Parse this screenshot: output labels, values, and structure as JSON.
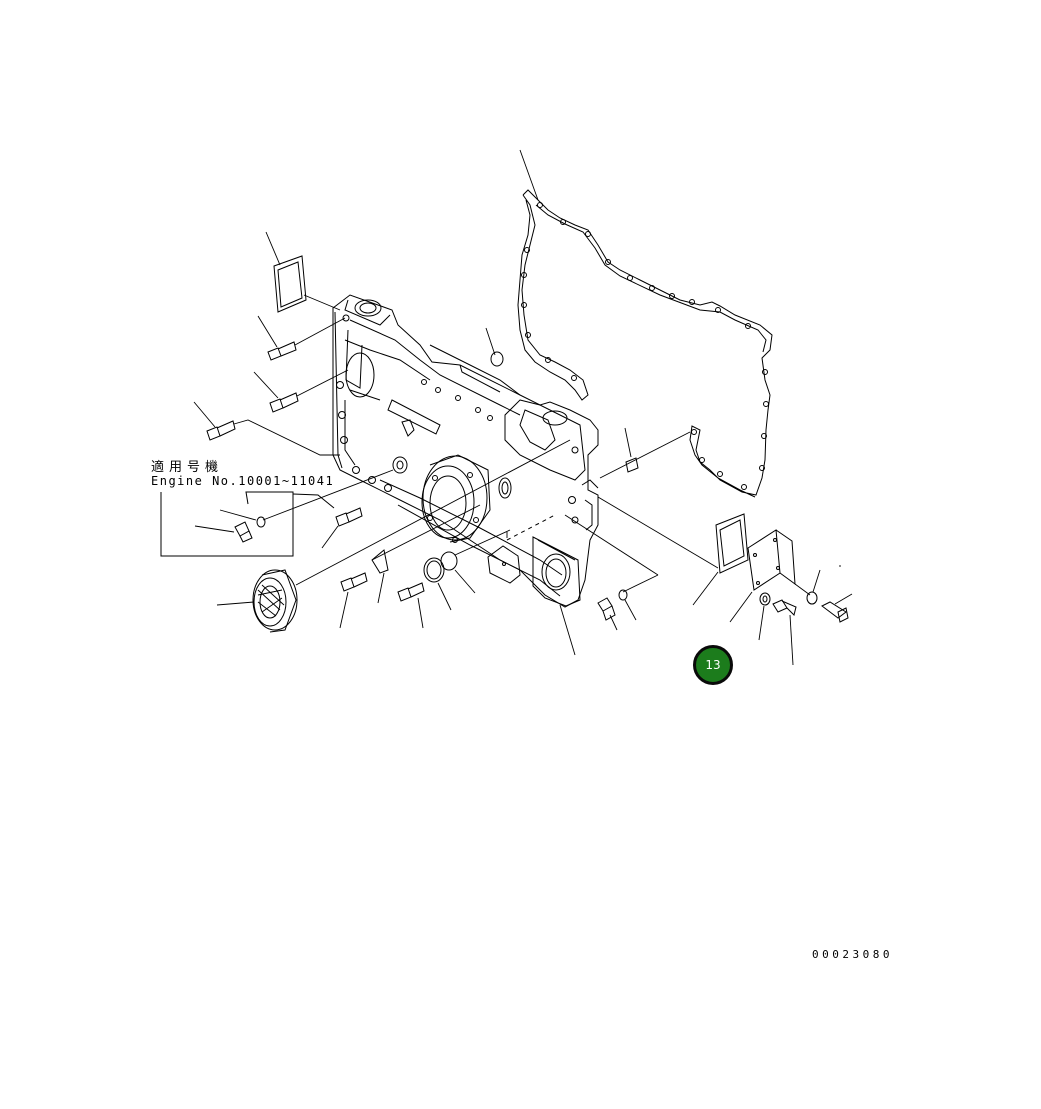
{
  "applicability": {
    "label_jp": "適用号機",
    "serial_range": "Engine No.10001~11041"
  },
  "drawing_code": "00023080",
  "page_badge": {
    "number": "13",
    "color": "#1c7c1c"
  }
}
